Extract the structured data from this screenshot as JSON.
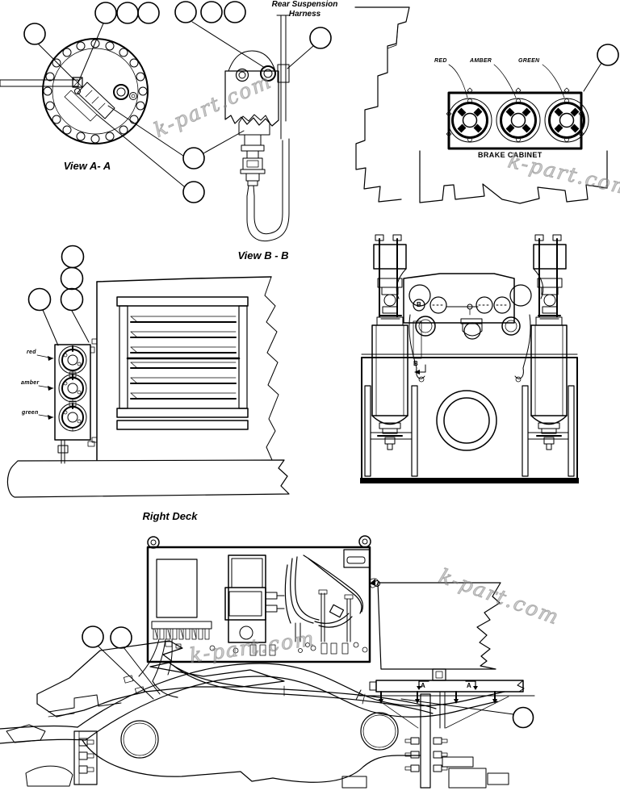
{
  "diagram": {
    "type": "machine-parts-line-drawing",
    "background_color": "#ffffff",
    "line_color": "#000000"
  },
  "watermark": {
    "text": "k-part.com",
    "color": "#969696"
  },
  "view_a": {
    "caption": "View A- A"
  },
  "view_b": {
    "caption": "View B - B",
    "harness_label": "Rear Suspension\nHarness"
  },
  "brake_cabinet": {
    "title": "BRAKE CABINET",
    "lamps": [
      {
        "label": "RED"
      },
      {
        "label": "AMBER"
      },
      {
        "label": "GREEN"
      }
    ]
  },
  "right_deck": {
    "caption": "Right Deck",
    "lamps": [
      {
        "label": "red"
      },
      {
        "label": "amber"
      },
      {
        "label": "green"
      }
    ]
  },
  "suspension_view": {
    "section_label": "B",
    "section_label_2": "B"
  },
  "frame_view": {
    "section_label_left": "A",
    "section_label_right": "A"
  }
}
